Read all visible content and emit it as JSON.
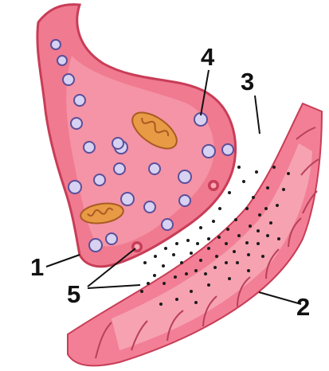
{
  "labels": {
    "one": "1",
    "two": "2",
    "three": "3",
    "four": "4",
    "five": "5"
  },
  "colors": {
    "terminal_fill": "#f07a90",
    "terminal_inner": "#f7aab8",
    "membrane": "#c83d57",
    "postsynaptic_fill": "#f27f95",
    "postsynaptic_light": "#f8b9c5",
    "vesicle_fill": "#d8d2f2",
    "vesicle_ring": "#5b4f9a",
    "mito_fill": "#e89a45",
    "mito_crista": "#a85b22",
    "dot": "#1b1b1b",
    "leader": "#111111"
  }
}
